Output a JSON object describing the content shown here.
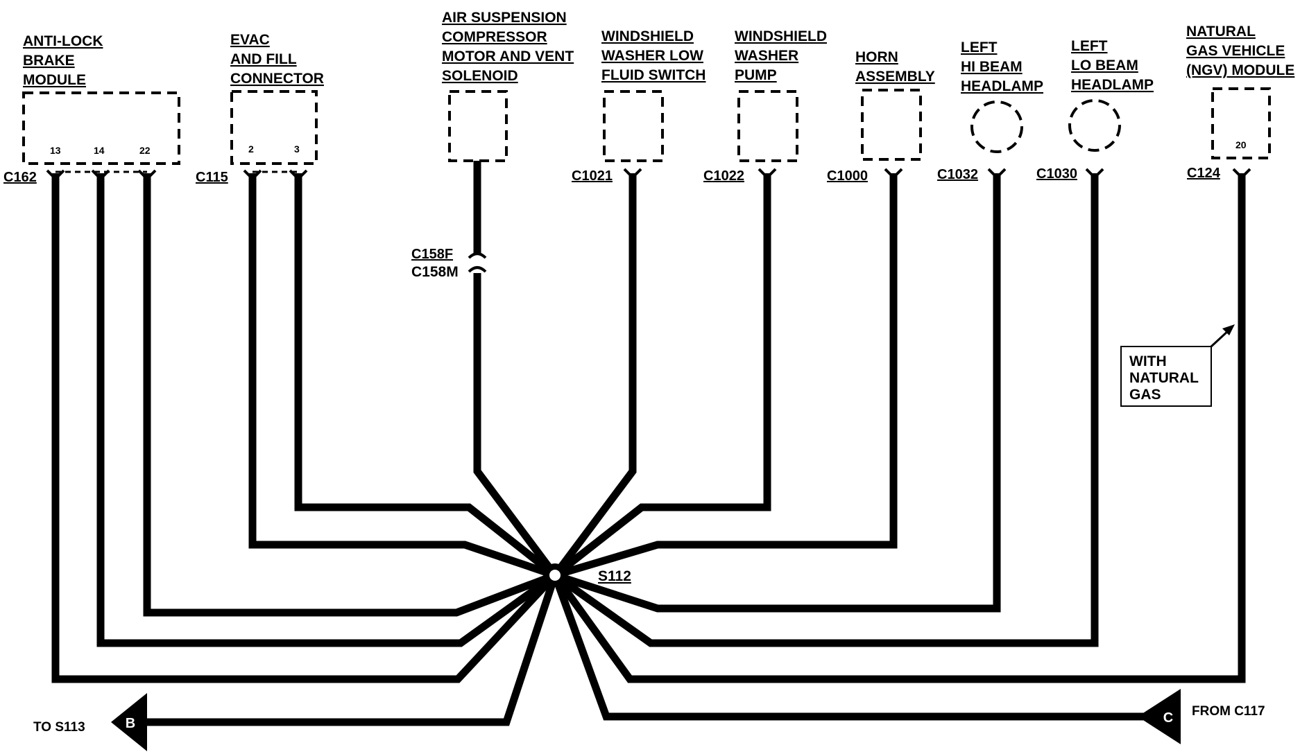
{
  "components": {
    "abs": {
      "lines": [
        "ANTI-LOCK",
        "BRAKE",
        "MODULE"
      ],
      "connector": "C162",
      "pins": [
        "13",
        "14",
        "22"
      ]
    },
    "evac": {
      "lines": [
        "EVAC",
        "AND FILL",
        "CONNECTOR"
      ],
      "connector": "C115",
      "pins": [
        "2",
        "3"
      ]
    },
    "air": {
      "lines": [
        "AIR SUSPENSION",
        "COMPRESSOR",
        "MOTOR AND VENT",
        "SOLENOID"
      ],
      "inline_connector_f": "C158F",
      "inline_connector_m": "C158M"
    },
    "wsl": {
      "lines": [
        "WINDSHIELD",
        "WASHER LOW",
        "FLUID SWITCH"
      ],
      "connector": "C1021"
    },
    "wsp": {
      "lines": [
        "WINDSHIELD",
        "WASHER",
        "PUMP"
      ],
      "connector": "C1022"
    },
    "horn": {
      "lines": [
        "HORN",
        "ASSEMBLY"
      ],
      "connector": "C1000"
    },
    "lhb": {
      "lines": [
        "LEFT",
        "HI BEAM",
        "HEADLAMP"
      ],
      "connector": "C1032"
    },
    "llb": {
      "lines": [
        "LEFT",
        "LO BEAM",
        "HEADLAMP"
      ],
      "connector": "C1030"
    },
    "ngv": {
      "lines": [
        "NATURAL",
        "GAS  VEHICLE",
        "(NGV) MODULE"
      ],
      "connector": "C124",
      "pins": [
        "20"
      ]
    }
  },
  "splice": "S112",
  "note": {
    "lines": [
      "WITH",
      "NATURAL",
      "GAS"
    ]
  },
  "left_arrow": {
    "label": "TO S113",
    "letter": "B"
  },
  "right_arrow": {
    "label": "FROM C117",
    "letter": "C"
  }
}
